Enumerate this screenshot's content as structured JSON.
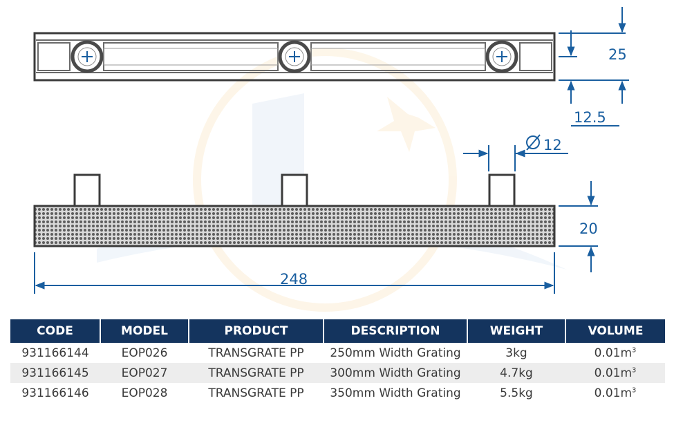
{
  "drawing": {
    "dimensions": {
      "height_top": "25",
      "hole_offset": "12.5",
      "diameter": "12",
      "height_side": "20",
      "length": "248"
    }
  },
  "table": {
    "headers": [
      "CODE",
      "MODEL",
      "PRODUCT",
      "DESCRIPTION",
      "WEIGHT",
      "VOLUME"
    ],
    "rows": [
      {
        "code": "931166144",
        "model": "EOP026",
        "product": "TRANSGRATE PP",
        "description": "250mm Width Grating",
        "weight": "3kg",
        "volume": "0.01m",
        "volume_sup": "3"
      },
      {
        "code": "931166145",
        "model": "EOP027",
        "product": "TRANSGRATE PP",
        "description": "300mm Width Grating",
        "weight": "4.7kg",
        "volume": "0.01m",
        "volume_sup": "3"
      },
      {
        "code": "931166146",
        "model": "EOP028",
        "product": "TRANSGRATE PP",
        "description": "350mm Width Grating",
        "weight": "5.5kg",
        "volume": "0.01m",
        "volume_sup": "3"
      }
    ]
  },
  "colors": {
    "header_bg": "#14345e",
    "dimension": "#1a5fa0",
    "outline": "#3b3b3b"
  }
}
